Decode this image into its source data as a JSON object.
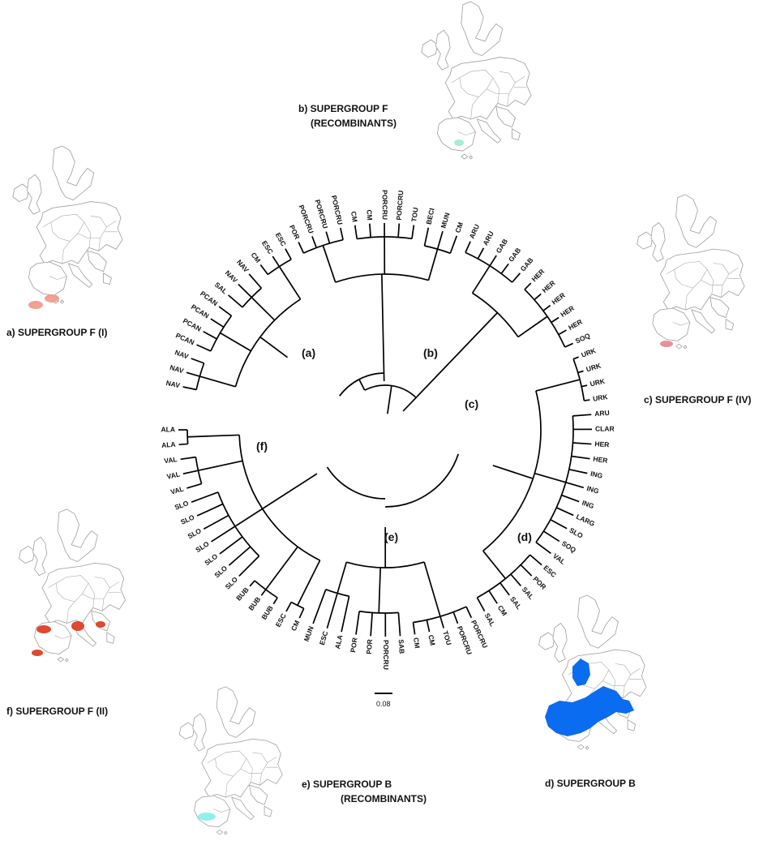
{
  "map_labels": {
    "a": "a) SUPERGROUP F (I)",
    "b1": "b) SUPERGROUP F",
    "b2": "(RECOMBINANTS)",
    "c": "c) SUPERGROUP F (IV)",
    "d": "d) SUPERGROUP B",
    "e1": "e)  SUPERGROUP B",
    "e2": "(RECOMBINANTS)",
    "f": "f)  SUPERGROUP F (II)"
  },
  "map_colors": {
    "a": "#f2a090",
    "b": "#a8ecd8",
    "c": "#e8909a",
    "d": "#0a6cf0",
    "e": "#8ff0f0",
    "f": "#e04830"
  },
  "clade_labels": [
    "(a)",
    "(b)",
    "(c)",
    "(d)",
    "(e)",
    "(f)"
  ],
  "leaves": [
    "NAV",
    "NAV",
    "NAV",
    "PCAN",
    "PCAN",
    "PCAN",
    "PCAN",
    "SAL",
    "NAV",
    "NAV",
    "CM",
    "ESC",
    "ESC",
    "POR",
    "PORCRU",
    "PORCRU",
    "PORCRU",
    "CM",
    "CM",
    "PORCRU",
    "PORCRU",
    "TOU",
    "BECI",
    "MUN",
    "CM",
    "ARU",
    "ARU",
    "GAB",
    "GAB",
    "GAB",
    "HER",
    "HER",
    "HER",
    "HER",
    "HER",
    "SOQ",
    "URK",
    "URK",
    "URK",
    "URK",
    "ARU",
    "CLAR",
    "HER",
    "HER",
    "ING",
    "ING",
    "ING",
    "LARG",
    "SLO",
    "SOQ",
    "VAL",
    "ESC",
    "POR",
    "SAL",
    "SAL",
    "CM",
    "SAL",
    "PORCRU",
    "PORCRU",
    "TOU",
    "CM",
    "CM",
    "SAB",
    "PORCRU",
    "POR",
    "POR",
    "ALA",
    "ESC",
    "MUN",
    "CM",
    "ESC",
    "BUB",
    "BUB",
    "BUB",
    "SLO",
    "SLO",
    "SLO",
    "SLO",
    "SLO",
    "SLO",
    "SLO",
    "VAL",
    "VAL",
    "VAL",
    "ALA",
    "ALA"
  ],
  "scale_bar_label": "0.08"
}
